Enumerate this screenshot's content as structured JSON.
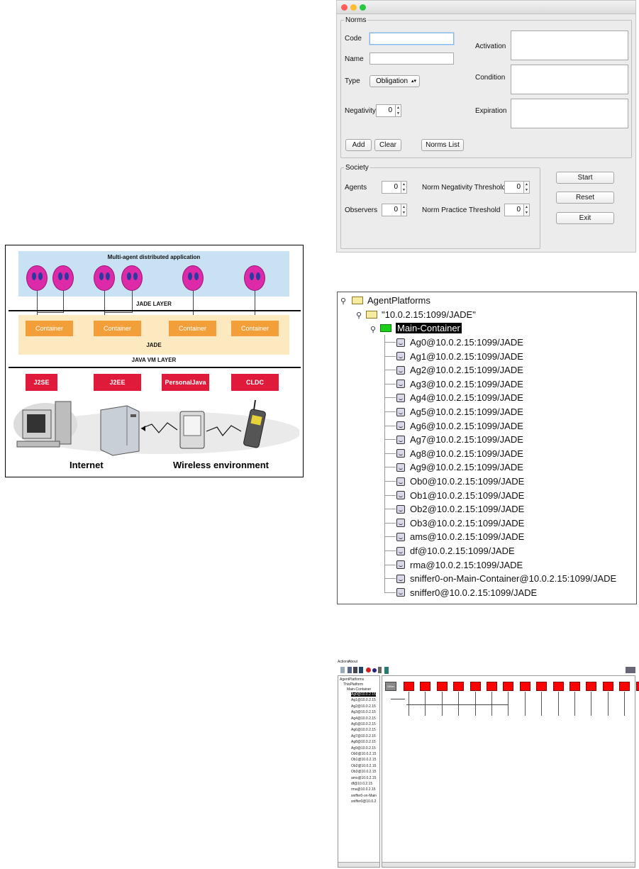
{
  "norms_window": {
    "norms_group": {
      "legend": "Norms",
      "code_label": "Code",
      "code_value": "",
      "name_label": "Name",
      "name_value": "",
      "type_label": "Type",
      "type_value": "Obligation",
      "negativity_label": "Negativity",
      "negativity_value": "0",
      "activation_label": "Activation",
      "condition_label": "Condition",
      "expiration_label": "Expiration",
      "add_label": "Add",
      "clear_label": "Clear",
      "norms_list_label": "Norms List"
    },
    "society_group": {
      "legend": "Society",
      "agents_label": "Agents",
      "agents_value": "0",
      "observers_label": "Observers",
      "observers_value": "0",
      "negativity_threshold_label": "Norm Negativity Threshold",
      "negativity_threshold_value": "0",
      "practice_threshold_label": "Norm Practice Threshold",
      "practice_threshold_value": "0"
    },
    "start_label": "Start",
    "reset_label": "Reset",
    "exit_label": "Exit",
    "colors": {
      "close": "#ff5f57",
      "minimize": "#febc2e",
      "zoom": "#28c840"
    }
  },
  "jade_figure": {
    "app_label": "Multi-agent distributed application",
    "jade_layer_label": "JADE LAYER",
    "containers": [
      "Container",
      "Container",
      "Container",
      "Container"
    ],
    "jade_label": "JADE",
    "java_vm_label": "JAVA VM LAYER",
    "platforms": [
      "J2SE",
      "J2EE",
      "PersonalJava",
      "CLDC"
    ],
    "internet_label": "Internet",
    "wireless_label": "Wireless environment",
    "colors": {
      "agent": "#dc2aa8",
      "container": "#f29f3a",
      "platform": "#e01a3a"
    }
  },
  "agent_tree": {
    "root": "AgentPlatforms",
    "platform": "\"10.0.2.15:1099/JADE\"",
    "container": "Main-Container",
    "agents": [
      "Ag0@10.0.2.15:1099/JADE",
      "Ag1@10.0.2.15:1099/JADE",
      "Ag2@10.0.2.15:1099/JADE",
      "Ag3@10.0.2.15:1099/JADE",
      "Ag4@10.0.2.15:1099/JADE",
      "Ag5@10.0.2.15:1099/JADE",
      "Ag6@10.0.2.15:1099/JADE",
      "Ag7@10.0.2.15:1099/JADE",
      "Ag8@10.0.2.15:1099/JADE",
      "Ag9@10.0.2.15:1099/JADE",
      "Ob0@10.0.2.15:1099/JADE",
      "Ob1@10.0.2.15:1099/JADE",
      "Ob2@10.0.2.15:1099/JADE",
      "Ob3@10.0.2.15:1099/JADE",
      "ams@10.0.2.15:1099/JADE",
      "df@10.0.2.15:1099/JADE",
      "rma@10.0.2.15:1099/JADE",
      "sniffer0-on-Main-Container@10.0.2.15:1099/JADE",
      "sniffer0@10.0.2.15:1099/JADE"
    ]
  },
  "sniffer": {
    "menu": [
      "Actions",
      "About"
    ],
    "tree_root": "AgentPlatforms",
    "tree_platform": "ThisPlatform",
    "tree_container": "Main-Container",
    "tree_items": [
      "Ag0@10.0.2.15",
      "Ag1@10.0.2.15",
      "Ag2@10.0.2.15",
      "Ag3@10.0.2.15",
      "Ag4@10.0.2.15",
      "Ag5@10.0.2.15",
      "Ag6@10.0.2.15",
      "Ag7@10.0.2.15",
      "Ag8@10.0.2.15",
      "Ag9@10.0.2.15",
      "Ob0@10.0.2.15",
      "Ob1@10.0.2.15",
      "Ob2@10.0.2.15",
      "Ob3@10.0.2.15",
      "ams@10.0.2.15",
      "df@10.0.2.15",
      "rma@10.0.2.15",
      "sniffer0-on-Main",
      "sniffer0@10.0.2"
    ],
    "other_label": "Other",
    "lifeline_count": 15
  }
}
